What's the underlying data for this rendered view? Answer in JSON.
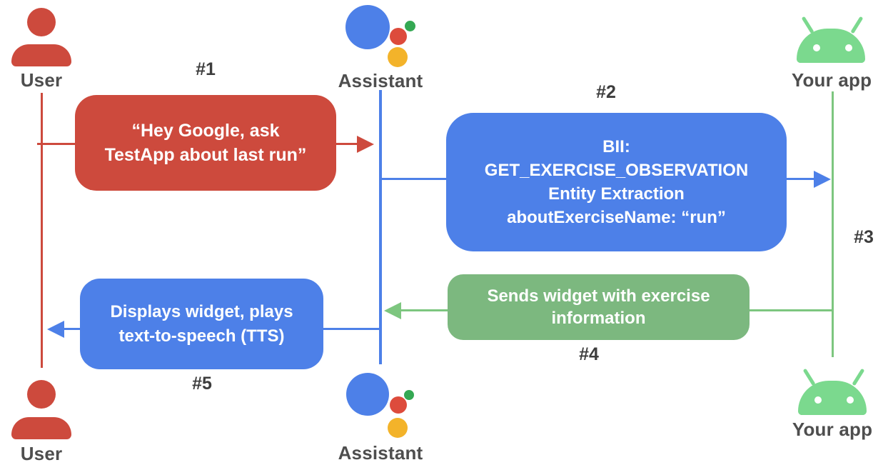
{
  "diagram": {
    "type": "sequence-diagram",
    "description": "Google Assistant App Actions widget fulfillment flow"
  },
  "actors": {
    "user_top": {
      "label": "User",
      "icon": "person-icon"
    },
    "assistant_top": {
      "label": "Assistant",
      "icon": "google-assistant-icon"
    },
    "app_top": {
      "label": "Your app",
      "icon": "android-robot-icon"
    },
    "user_bottom": {
      "label": "User",
      "icon": "person-icon"
    },
    "assistant_bottom": {
      "label": "Assistant",
      "icon": "google-assistant-icon"
    },
    "app_bottom": {
      "label": "Your app",
      "icon": "android-robot-icon"
    }
  },
  "steps": {
    "s1": {
      "label": "#1",
      "from": "User",
      "to": "Assistant",
      "lines": [
        "“Hey Google, ask",
        "TestApp about last run”"
      ]
    },
    "s2": {
      "label": "#2",
      "from": "Assistant",
      "to": "Your app",
      "lines": [
        "BII:",
        "GET_EXERCISE_OBSERVATION",
        "Entity Extraction",
        "aboutExerciseName: “run”"
      ]
    },
    "s3": {
      "label": "#3",
      "on": "Your app"
    },
    "s4": {
      "label": "#4",
      "from": "Your app",
      "to": "Assistant",
      "lines": [
        "Sends widget with exercise",
        "information"
      ]
    },
    "s5": {
      "label": "#5",
      "from": "Assistant",
      "to": "User",
      "lines": [
        "Displays widget, plays",
        "text-to-speech (TTS)"
      ]
    }
  },
  "colors": {
    "red": "#CD4A3D",
    "blue": "#4D80E8",
    "green_box": "#7CB87F",
    "green_line": "#7DC67F",
    "android_green": "#7BD98E",
    "assistant_logo_red": "#DD4B3C",
    "assistant_logo_yellow": "#F3B32A",
    "assistant_logo_green": "#34A853",
    "label_gray": "#4E4E4E"
  }
}
